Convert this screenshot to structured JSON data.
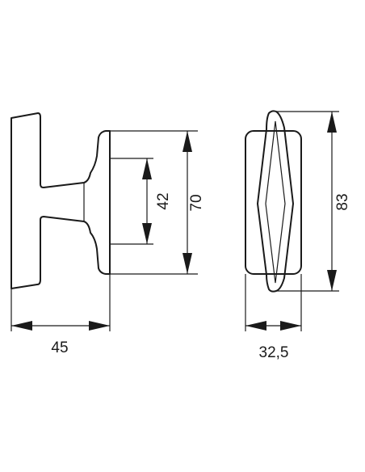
{
  "side_view": {
    "dim_width": "45",
    "dim_inner_height": "42",
    "dim_rose_height": "70"
  },
  "front_view": {
    "dim_height": "83",
    "dim_width": "32,5"
  },
  "colors": {
    "line": "#1a1a1a",
    "background": "#ffffff"
  }
}
